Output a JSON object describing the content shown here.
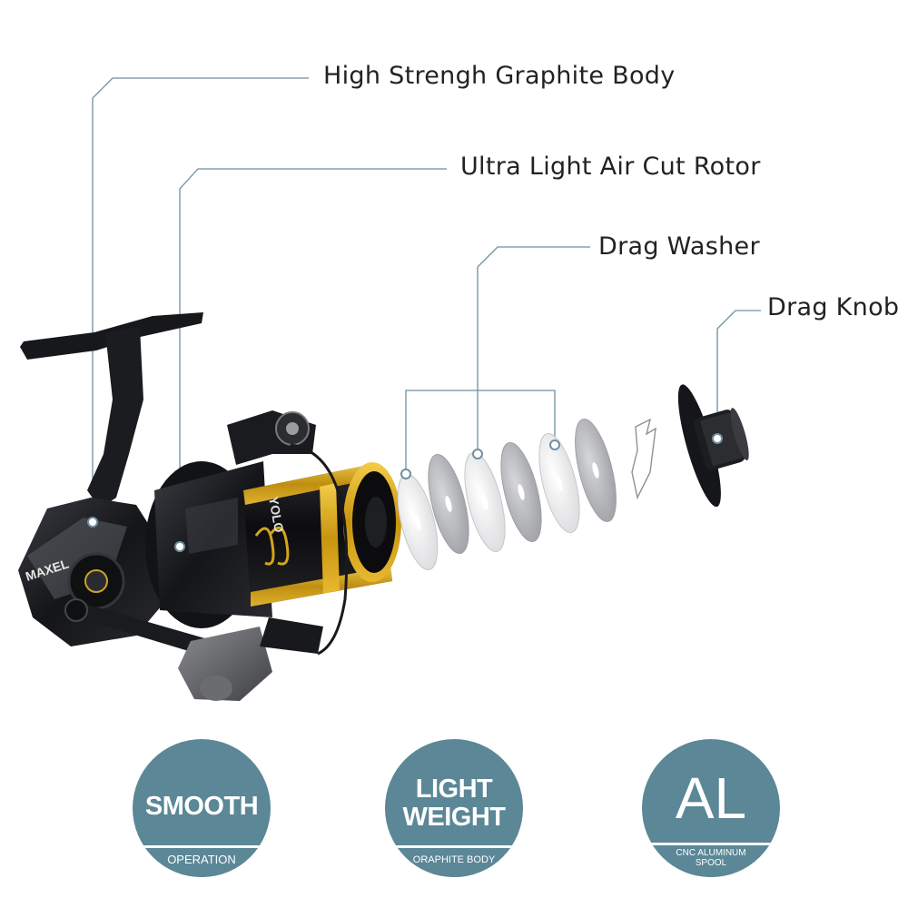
{
  "callouts": [
    {
      "label": "High Strengh Graphite Body"
    },
    {
      "label": "Ultra Light Air Cut Rotor"
    },
    {
      "label": "Drag Washer"
    },
    {
      "label": "Drag Knob"
    }
  ],
  "reel_branding": {
    "body_text": "MAXEL",
    "spool_text": "YOLO"
  },
  "badges": [
    {
      "main": "SMOOTH",
      "sub": "OPERATION"
    },
    {
      "main": "LIGHT WEIGHT",
      "main_line1": "LIGHT",
      "main_line2": "WEIGHT",
      "sub": "ORAPHITE BODY"
    },
    {
      "main": "AL",
      "sub": "CNC ALUMINUM SPOOL",
      "sub_line1": "CNC ALUMINUM",
      "sub_line2": "SPOOL"
    }
  ],
  "colors": {
    "badge": "#5b8797",
    "callout_line": "#6f8fa0",
    "reel_body": "#1c1d20",
    "gold": "#d4a51c",
    "text": "#222222"
  }
}
